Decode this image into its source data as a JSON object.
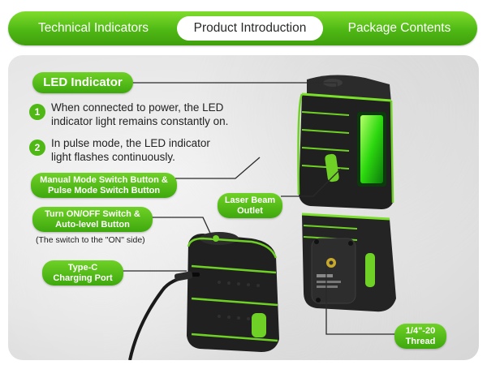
{
  "tabs": [
    {
      "label": "Technical Indicators",
      "active": false
    },
    {
      "label": "Product Introduction",
      "active": true
    },
    {
      "label": "Package Contents",
      "active": false
    }
  ],
  "colors": {
    "accent": "#4fb814",
    "accent_light": "#7fdc2c",
    "device_body": "#1e1f1e"
  },
  "led_indicator": {
    "title": "LED Indicator",
    "points": [
      {
        "num": "1",
        "line1": "When connected to power, the LED",
        "line2": "indicator light remains constantly on."
      },
      {
        "num": "2",
        "line1": "In pulse mode, the LED indicator",
        "line2": "light flashes continuously."
      }
    ]
  },
  "callouts": {
    "manual_mode": {
      "line1": "Manual Mode Switch Button &",
      "line2": "Pulse Mode Switch Button"
    },
    "onoff": {
      "line1": "Turn ON/OFF Switch &",
      "line2": "Auto-level Button",
      "note": "(The switch to the \"ON\" side)"
    },
    "typec": {
      "line1": "Type-C",
      "line2": "Charging Port"
    },
    "laser": {
      "line1": "Laser Beam",
      "line2": "Outlet"
    },
    "thread": {
      "line1": "1/4\"-20",
      "line2": "Thread"
    }
  },
  "icons": [
    "power-icon",
    "laser-device-front",
    "laser-device-side",
    "laser-device-bottom",
    "usb-cable"
  ]
}
